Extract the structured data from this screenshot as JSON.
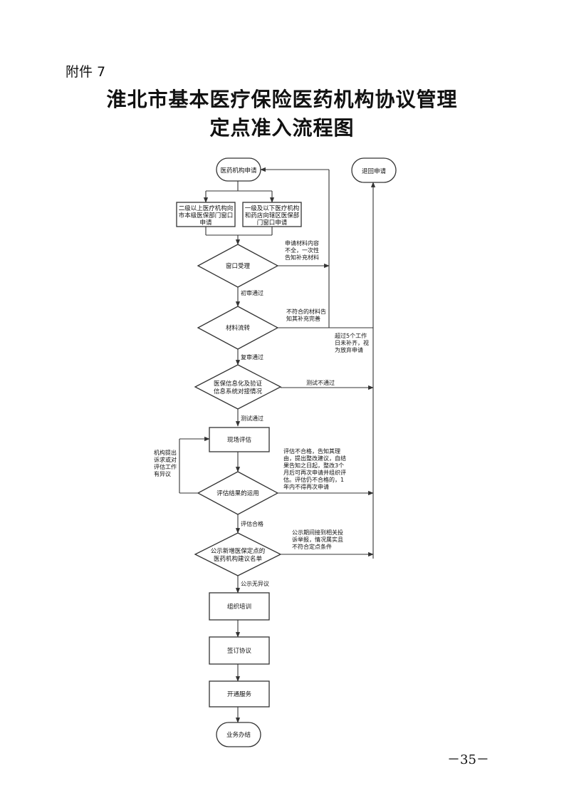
{
  "header": {
    "attachment": "附件 7",
    "title_line1": "淮北市基本医疗保险医药机构协议管理",
    "title_line2": "定点准入流程图"
  },
  "nodes": {
    "apply": "医药机构申请",
    "reject": "退回申请",
    "branch_left": [
      "二级以上医疗机构向",
      "市本级医保部门窗口",
      "申请"
    ],
    "branch_right": [
      "一级及以下医疗机构",
      "和药店向辖区医保部",
      "门窗口申请"
    ],
    "window_accept": "窗口受理",
    "material_transfer": "材料流转",
    "info_check": [
      "医保信息化及验证",
      "信息系统对接情况"
    ],
    "onsite_eval": "现场评估",
    "eval_use": "评估结果的运用",
    "publicize": [
      "公示新增医保定点的",
      "医药机构建议名单"
    ],
    "training": "组织培训",
    "sign": "签订协议",
    "open_service": "开通服务",
    "done": "业务办结"
  },
  "labels": {
    "incomplete": [
      "申请材料内容",
      "不全，一次性",
      "告知补充材料"
    ],
    "first_pass": "初审通过",
    "noncompliant": [
      "不符合的材料告",
      "知其补充完善"
    ],
    "overdue": [
      "超过5个工作",
      "日未补齐，视",
      "为放弃申请"
    ],
    "review_pass": "复审通过",
    "test_fail": "测试不通过",
    "test_pass": "测试通过",
    "objection": [
      "机构提出",
      "诉求或对",
      "评估工作",
      "有异议"
    ],
    "eval_fail": [
      "评估不合格，告知其理",
      "由，提出整改建议，自结",
      "果告知之日起，整改3个",
      "月后可再次申请并组织评",
      "估。评估仍不合格的，1",
      "年内不得再次申请"
    ],
    "eval_pass": "评估合格",
    "complaint": [
      "公示期间接到相关投",
      "诉举报，情况属实且",
      "不符合定点条件"
    ],
    "no_objection": "公示无异议"
  },
  "page_number": "－35－"
}
